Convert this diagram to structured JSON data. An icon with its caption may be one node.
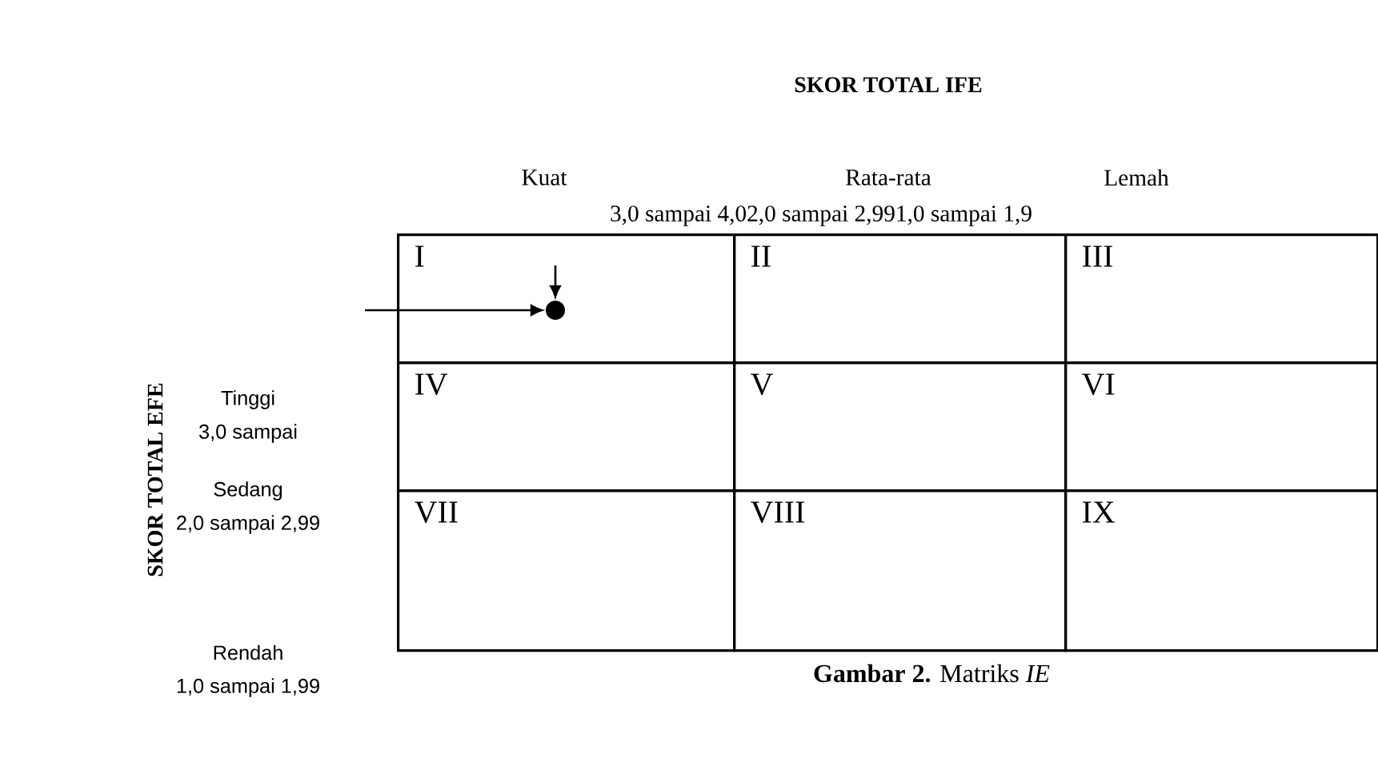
{
  "diagram": {
    "title": "SKOR TOTAL IFE",
    "caption": "**Gambar 2.** Matriks *IE*",
    "nodes": [
      {
        "text": [
          "I"
        ]
      },
      {
        "text": [
          "II"
        ]
      },
      {
        "text": [
          "III"
        ]
      },
      {
        "text": [
          "IV"
        ]
      },
      {
        "text": [
          "V"
        ]
      },
      {
        "text": [
          "VI"
        ]
      },
      {
        "text": [
          "VII"
        ]
      },
      {
        "text": [
          "VIII"
        ]
      },
      {
        "text": [
          "IX"
        ]
      },
      {
        "text": [],
        "shape": "circle",
        "in": 0
      }
    ],
    "edges": [
      {
        "from": null,
        "to": 9,
        "arrow": "to"
      },
      {
        "from": null,
        "to": 9,
        "arrow": "to"
      }
    ],
    "labels": [
      "Kuat",
      "Rata-rata",
      "Lemah",
      "3,0   sampai 4,02,0 sampai 2,991,0 sampai 1,9",
      "SKOR TOTAL EFE",
      "Tinggi",
      "3,0 sampai",
      "Sedang",
      "2,0 sampai 2,99",
      "Rendah",
      "1,0 sampai 1,99"
    ]
  }
}
